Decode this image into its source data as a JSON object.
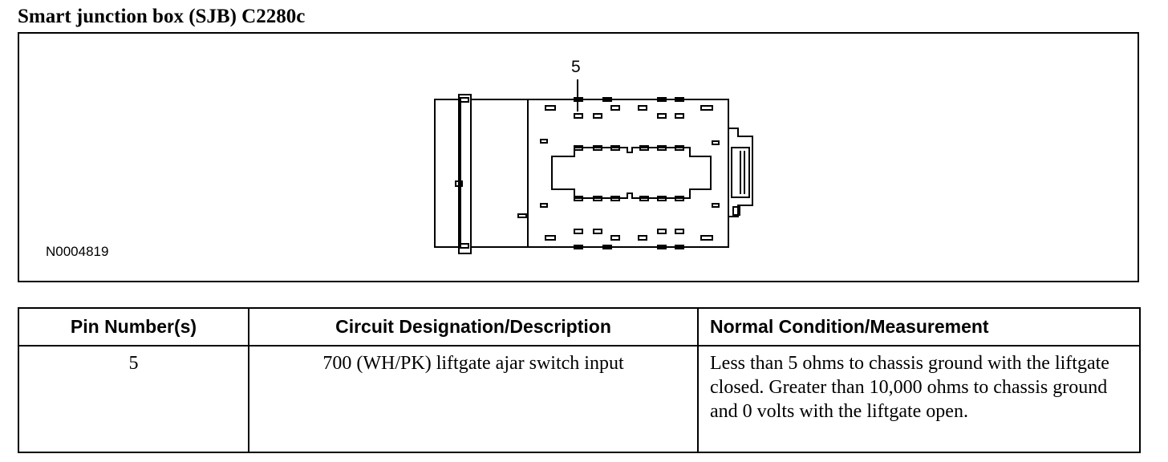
{
  "title": "Smart junction box (SJB) C2280c",
  "figure": {
    "id_label": "N0004819",
    "callout": "5"
  },
  "table": {
    "headers": [
      "Pin Number(s)",
      "Circuit Designation/Description",
      "Normal Condition/Measurement"
    ],
    "rows": [
      {
        "pin": "5",
        "circuit": "700 (WH/PK) liftgate ajar switch input",
        "condition": "Less than 5 ohms to chassis ground with the liftgate closed. Greater than 10,000 ohms to chassis ground and 0 volts with the liftgate open."
      }
    ]
  }
}
